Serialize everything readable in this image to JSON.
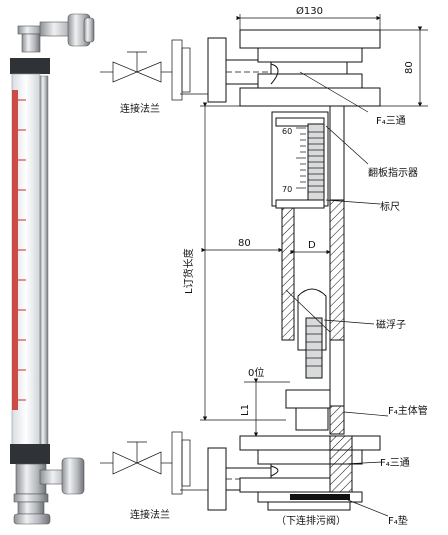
{
  "labels": {
    "flange_top": "连接法兰",
    "flange_bottom": "连接法兰",
    "tee_top": "F₄三通",
    "indicator": "翻板指示器",
    "scale": "标尺",
    "float": "磁浮子",
    "main_pipe": "F₄主体管",
    "tee_bottom": "F₄三通",
    "drain_valve": "（下连排污阀）",
    "gasket": "F₄垫",
    "length": "L订货长度",
    "zero_level": "0位",
    "l1": "L1",
    "dim_130": "Ø130",
    "dim_80_top": "80",
    "dim_80_side": "80",
    "dim_D": "D",
    "scale_60": "60",
    "scale_70": "70"
  },
  "colors": {
    "photo_bg": "#ffffff",
    "scale_red": "#c8302a",
    "metal": "#b9bcc0"
  }
}
